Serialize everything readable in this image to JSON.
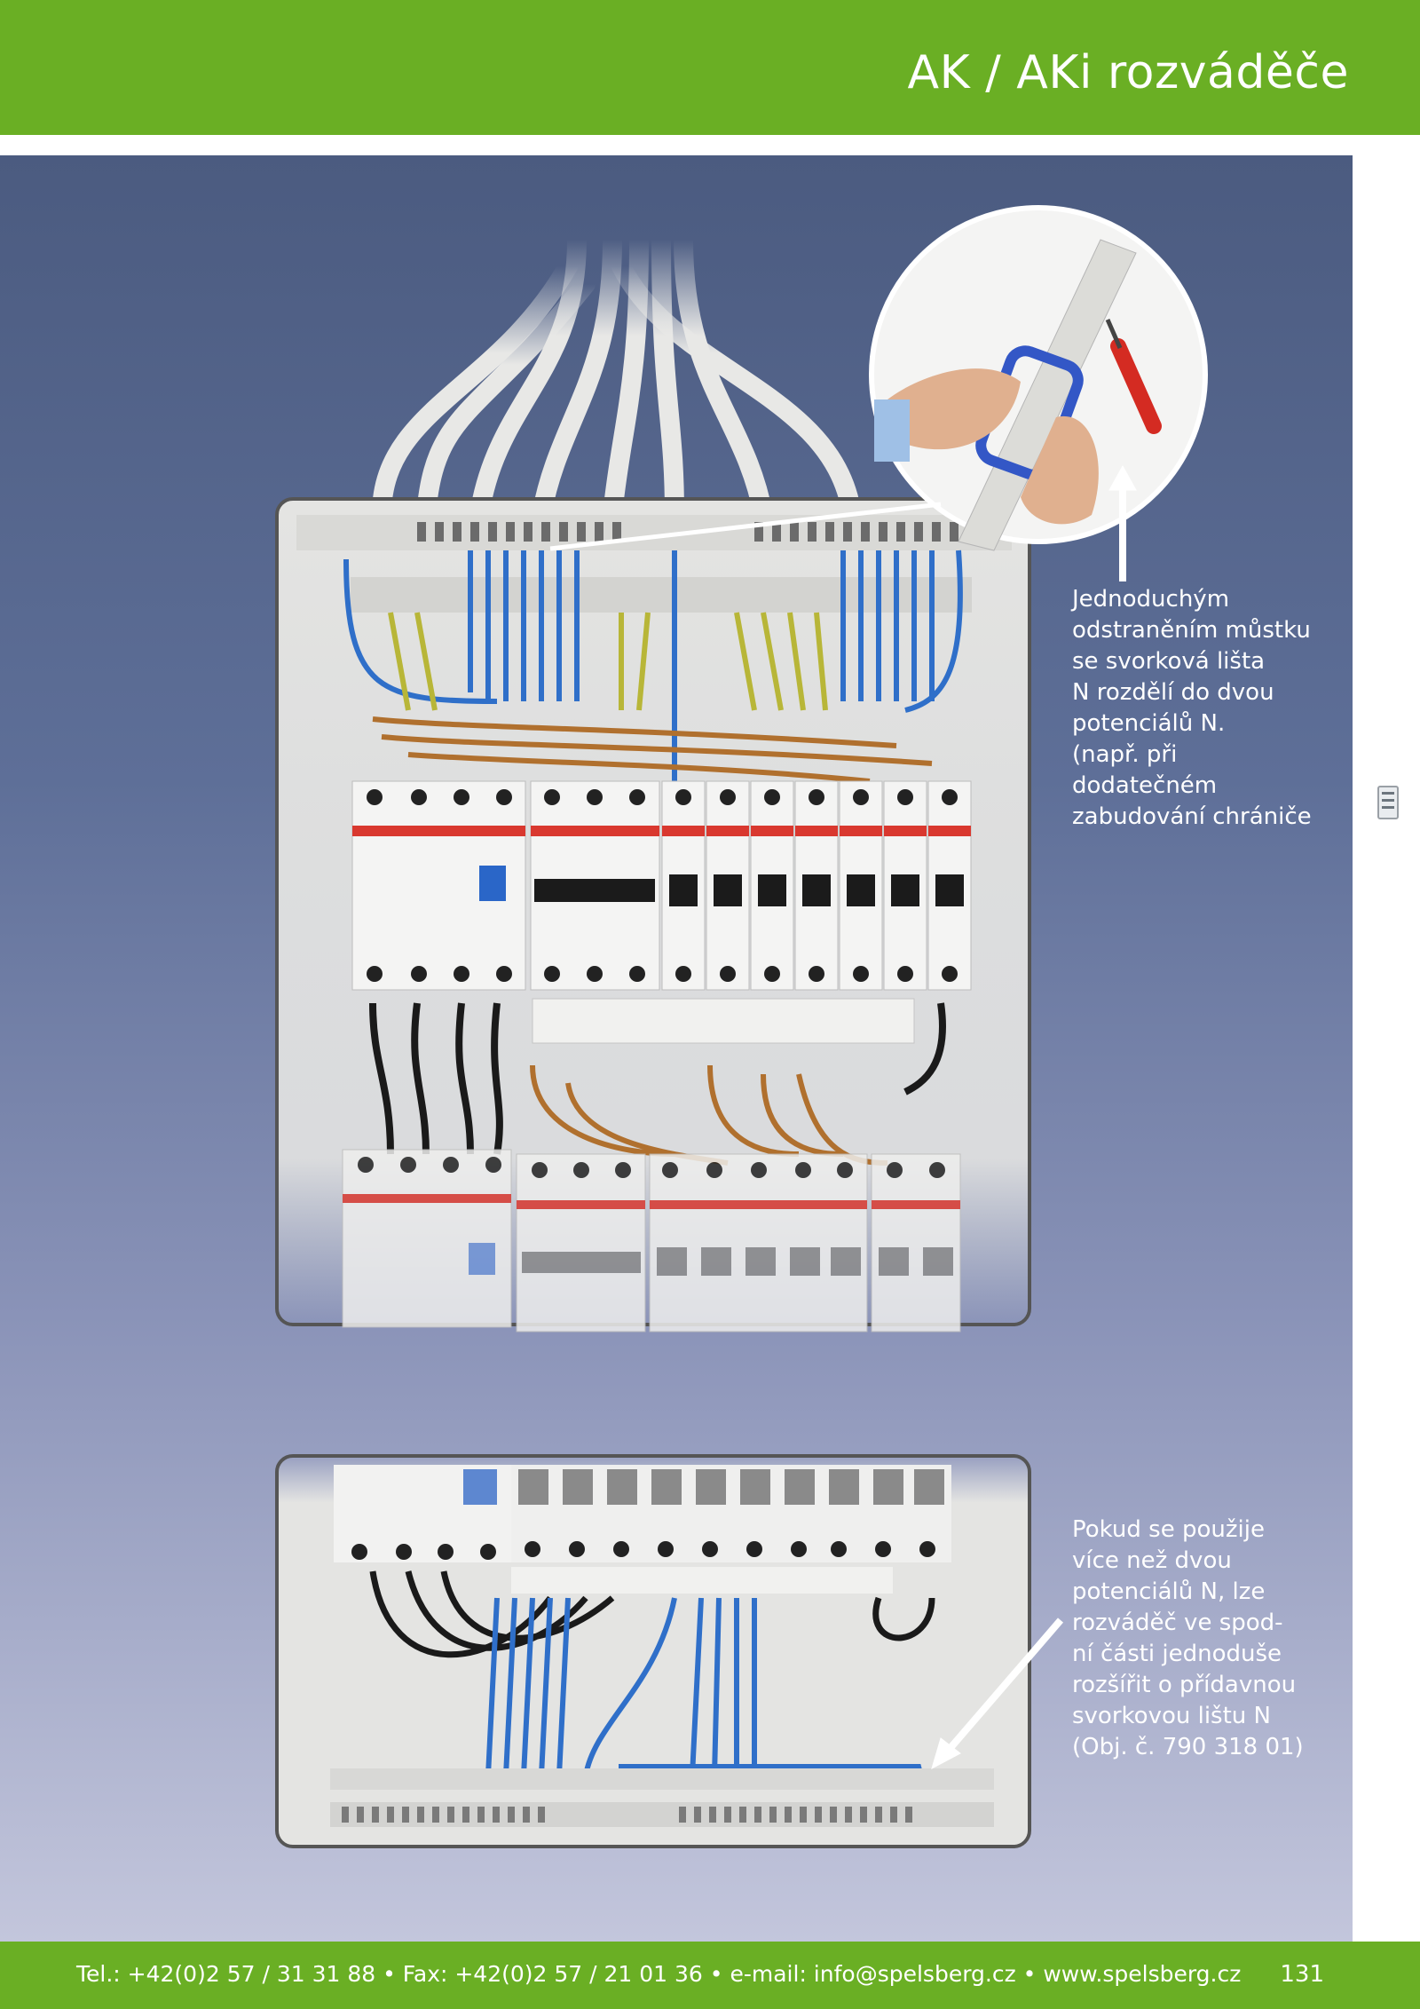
{
  "header": {
    "title": "AK / AKi rozváděče"
  },
  "callouts": {
    "top": [
      "Jednoduchým",
      "odstraněním můstku",
      "se svorková lišta",
      "N rozdělí do dvou",
      "potenciálů N.",
      "(např. při",
      "dodatečném",
      "zabudování chrániče"
    ],
    "bottom": [
      "Pokud se použije",
      "více než dvou",
      "potenciálů N, lze",
      "rozváděč ve spod-",
      "ní části jednoduše",
      "rozšířit o přídavnou",
      "svorkovou lištu N",
      "(Obj. č. 790 318 01)"
    ]
  },
  "footer": {
    "contact": "Tel.: +42(0)2 57 / 31 31 88 • Fax: +42(0)2 57 / 21 01 36 • e-mail: info@spelsberg.cz • www.spelsberg.cz",
    "page_number": "131"
  },
  "colors": {
    "brand_green": "#6aaf24",
    "panel_top": "#4b5b80",
    "panel_bottom": "#c3c6dc",
    "wire_blue": "#2f6fc9",
    "wire_brown": "#b0702e",
    "breaker_red": "#d9382f"
  },
  "icons": [
    "distribution-board-icon",
    "arrow-up-icon",
    "arrow-diagonal-icon",
    "screwdriver-icon"
  ]
}
